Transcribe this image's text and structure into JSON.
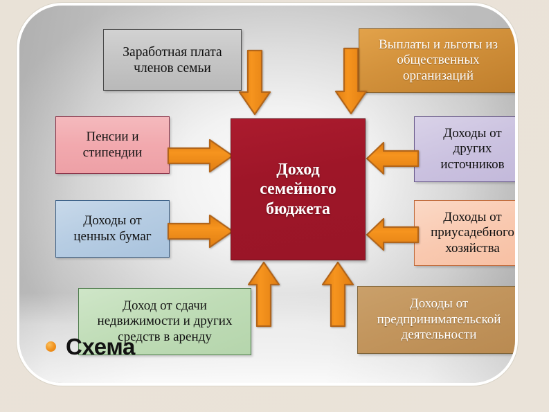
{
  "slide": {
    "caption": {
      "bullet_icon": "bullet-dot-icon",
      "text": "Схема"
    },
    "colors": {
      "background": "#e8e1d6",
      "panel": "#efefef",
      "arrow": "#ef8b22",
      "arrow_outline": "#b2651a",
      "center_node": "#9e1628"
    }
  },
  "diagram": {
    "center": {
      "id": "family-budget-income",
      "text": "Доход\nсемейного\nбюджета",
      "lines": [
        "Доход",
        "семейного",
        "бюджета"
      ],
      "fill": "#9e1628",
      "text_color": "#ffffff"
    },
    "nodes": [
      {
        "id": "salary",
        "lines": [
          "Заработная плата",
          "членов семьи"
        ],
        "text": "Заработная плата членов семьи",
        "fill": "#c6c6c6",
        "text_color": "#111111",
        "position": "top-left"
      },
      {
        "id": "public-org-benefits",
        "lines": [
          "Выплаты и льготы из",
          "общественных",
          "организаций"
        ],
        "text": "Выплаты и льготы из общественных организаций",
        "fill": "#d3923c",
        "text_color": "#ffffff",
        "position": "top-right"
      },
      {
        "id": "pensions-stipends",
        "lines": [
          "Пенсии и",
          "стипендии"
        ],
        "text": "Пенсии и стипендии",
        "fill": "#f2a9ae",
        "text_color": "#111111",
        "position": "left-upper"
      },
      {
        "id": "securities-income",
        "lines": [
          "Доходы от",
          "ценных бумаг"
        ],
        "text": "Доходы от ценных бумаг",
        "fill": "#b7cde3",
        "text_color": "#111111",
        "position": "left-lower"
      },
      {
        "id": "other-sources-income",
        "lines": [
          "Доходы от",
          "других",
          "источников"
        ],
        "text": "Доходы от других источников",
        "fill": "#cbc2e0",
        "text_color": "#111111",
        "position": "right-upper"
      },
      {
        "id": "household-plot-income",
        "lines": [
          "Доходы от",
          "приусадебного",
          "хозяйства"
        ],
        "text": "Доходы от приусадебного хозяйства",
        "fill": "#f9c9b0",
        "text_color": "#111111",
        "position": "right-lower"
      },
      {
        "id": "rent-income",
        "lines": [
          "Доход от сдачи",
          "недвижимости и других",
          "средств в аренду"
        ],
        "text": "Доход от сдачи недвижимости и других средств в аренду",
        "fill": "#bfdcb6",
        "text_color": "#111111",
        "position": "bottom-left"
      },
      {
        "id": "business-income",
        "lines": [
          "Доходы от",
          "предпринимательской",
          "деятельности"
        ],
        "text": "Доходы от предпринимательской деятельности",
        "fill": "#c2955d",
        "text_color": "#ffffff",
        "position": "bottom-right"
      }
    ],
    "arrows": [
      {
        "id": "arrow-salary-down",
        "from": "salary",
        "to": "family-budget-income",
        "direction": "down"
      },
      {
        "id": "arrow-benefits-down",
        "from": "public-org-benefits",
        "to": "family-budget-income",
        "direction": "down"
      },
      {
        "id": "arrow-pensions-right",
        "from": "pensions-stipends",
        "to": "family-budget-income",
        "direction": "right"
      },
      {
        "id": "arrow-securities-right",
        "from": "securities-income",
        "to": "family-budget-income",
        "direction": "right"
      },
      {
        "id": "arrow-other-left",
        "from": "other-sources-income",
        "to": "family-budget-income",
        "direction": "left"
      },
      {
        "id": "arrow-household-left",
        "from": "household-plot-income",
        "to": "family-budget-income",
        "direction": "left"
      },
      {
        "id": "arrow-rent-up",
        "from": "rent-income",
        "to": "family-budget-income",
        "direction": "up"
      },
      {
        "id": "arrow-business-up",
        "from": "business-income",
        "to": "family-budget-income",
        "direction": "up"
      }
    ]
  }
}
